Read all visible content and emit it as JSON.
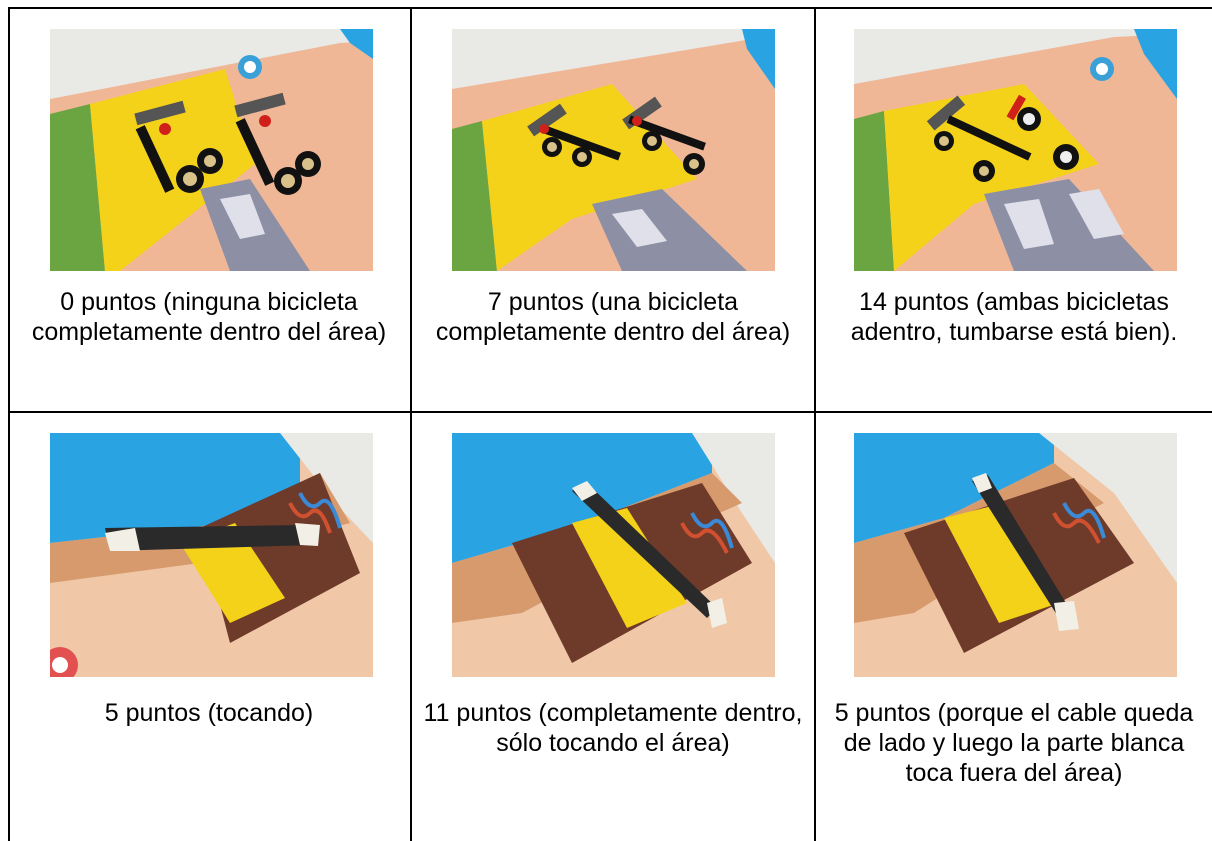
{
  "cells": [
    {
      "caption": "0 puntos (ninguna bicicleta completamente dentro del área)",
      "photo": "bikes-none-inside-photo"
    },
    {
      "caption": "7 puntos (una bicicleta completamente dentro del área)",
      "photo": "bikes-one-inside-photo"
    },
    {
      "caption": "14 puntos (ambas bicicletas adentro, tumbarse está bien).",
      "photo": "bikes-both-inside-photo"
    },
    {
      "caption": "5 puntos (tocando)",
      "photo": "cable-touching-photo"
    },
    {
      "caption": "11 puntos (completamente dentro, sólo tocando el área)",
      "photo": "cable-fully-inside-photo"
    },
    {
      "caption": "5 puntos (porque el cable queda de lado y luego la parte blanca toca fuera del área)",
      "photo": "cable-white-outside-photo"
    }
  ],
  "colors": {
    "border": "#000000",
    "mat_peach": "#f0b797",
    "mat_yellow": "#f4d21a",
    "mat_green": "#6aa542",
    "mat_gray": "#8d8fa5",
    "water_blue": "#2aa3e3",
    "planks_brown": "#6e3a2a",
    "border_wall": "#e9e9e6"
  }
}
